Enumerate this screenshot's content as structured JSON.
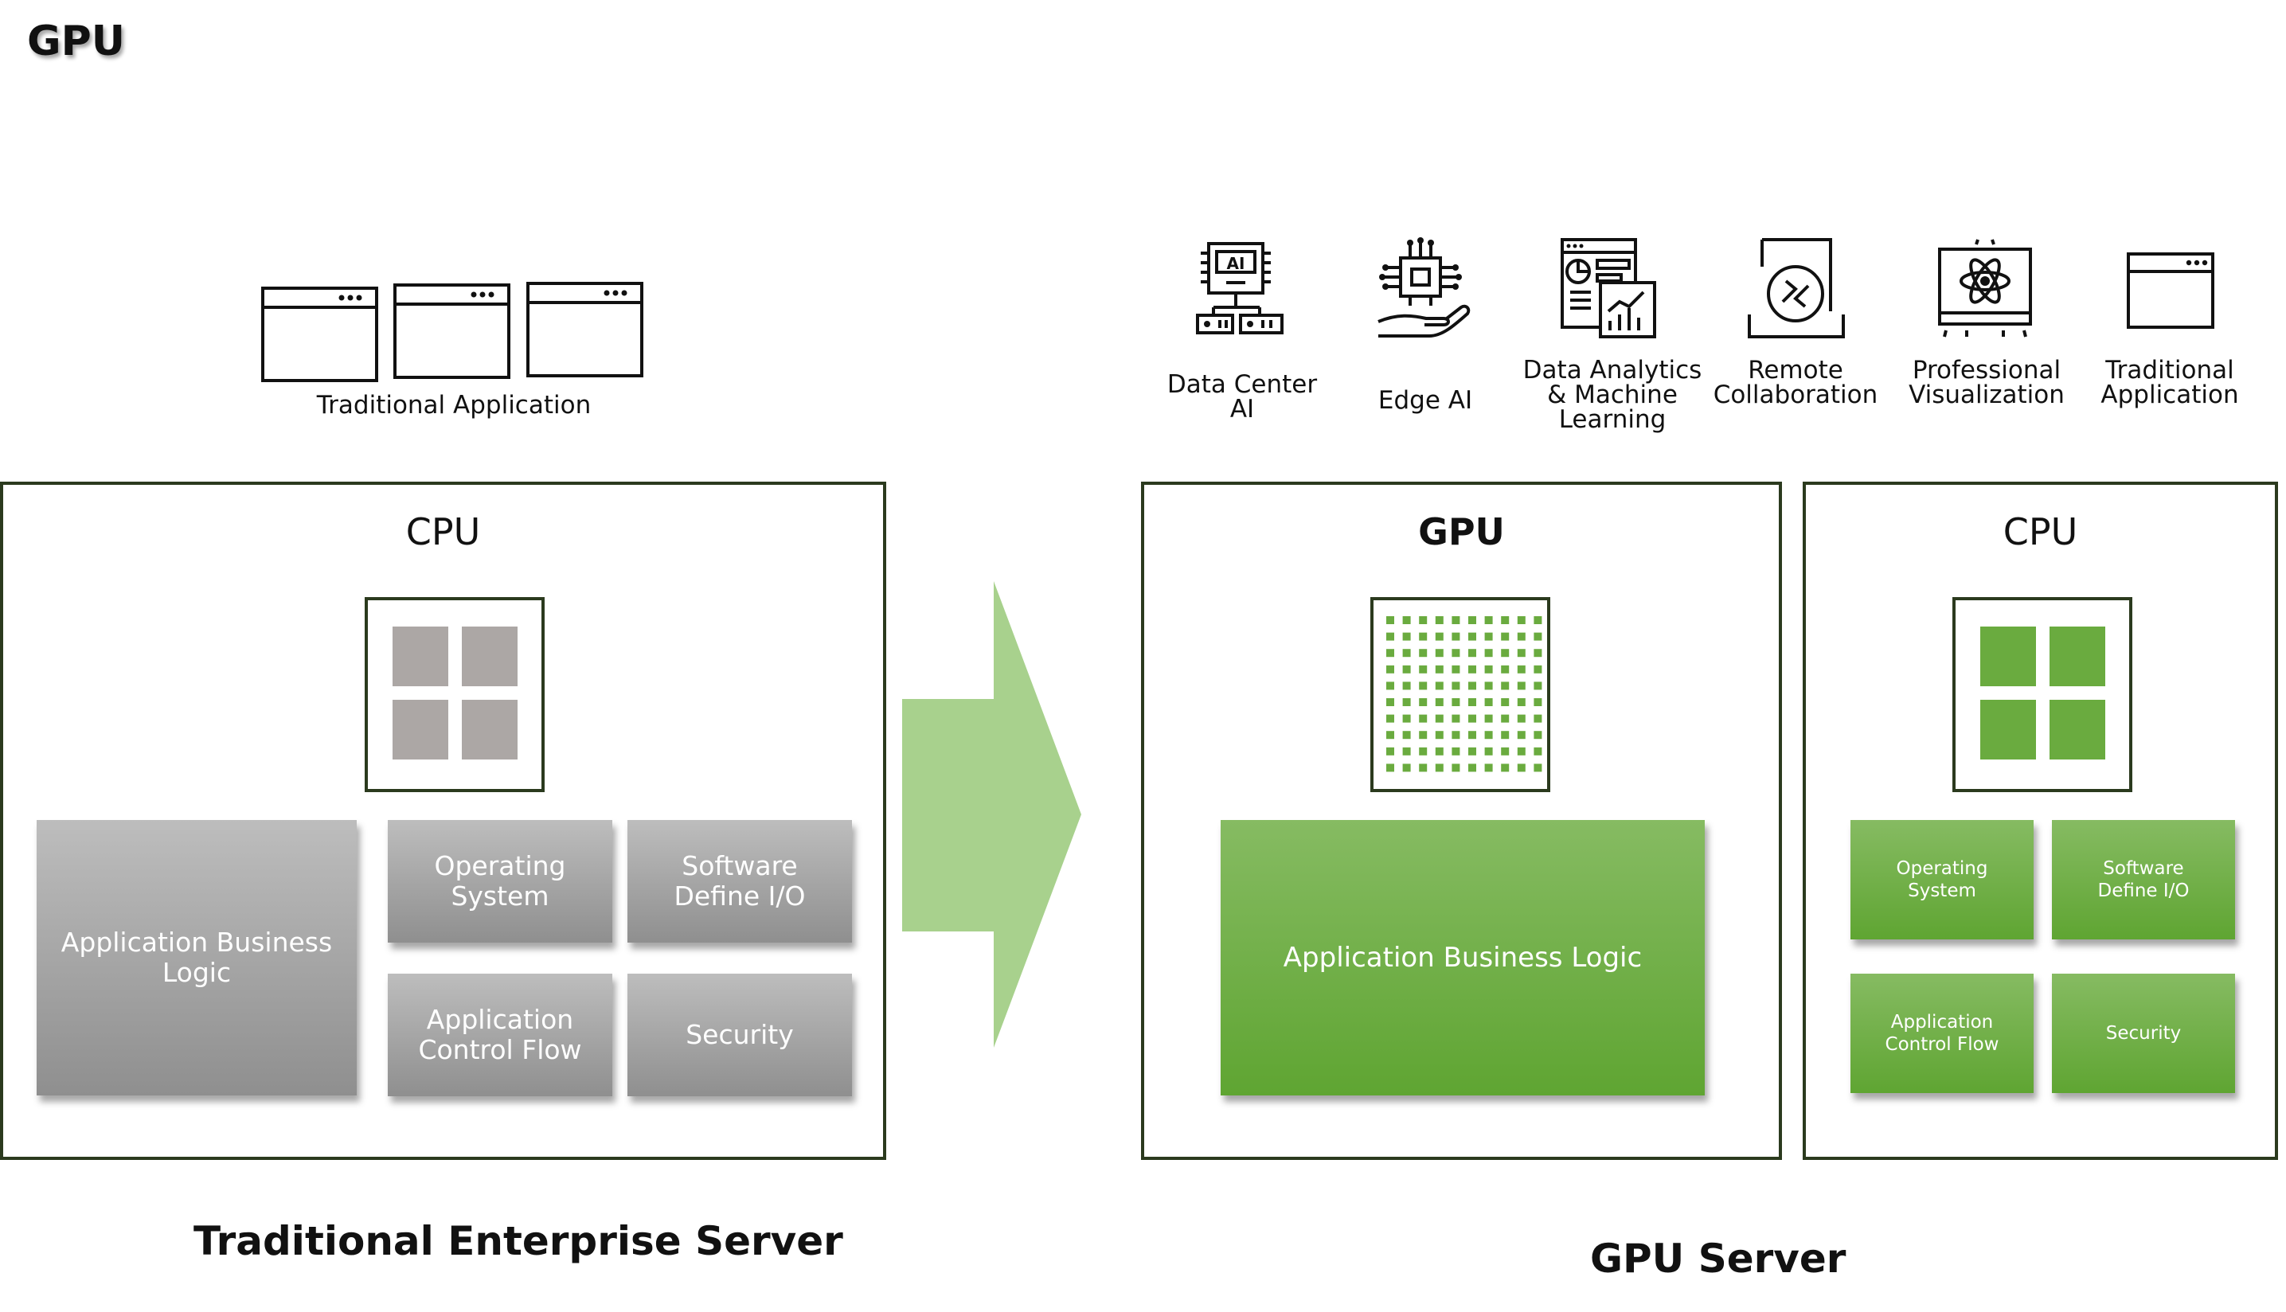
{
  "title": "GPU",
  "left": {
    "top_label": "Traditional Application",
    "cpu_title": "CPU",
    "boxes": {
      "app_logic": "Application Business\nLogic",
      "os": "Operating\nSystem",
      "sdio": "Software\nDefine I/O",
      "acf": "Application\nControl Flow",
      "security": "Security"
    },
    "caption": "Traditional Enterprise Server"
  },
  "right": {
    "icons": [
      {
        "icon": "ai-chip-server-icon",
        "label": "Data Center\nAI"
      },
      {
        "icon": "chip-hand-icon",
        "label": "Edge AI"
      },
      {
        "icon": "analytics-dashboard-icon",
        "label": "Data Analytics\n& Machine\nLearning"
      },
      {
        "icon": "remote-collaboration-icon",
        "label": "Remote\nCollaboration"
      },
      {
        "icon": "atom-monitor-icon",
        "label": "Professional\nVisualization"
      },
      {
        "icon": "application-window-icon",
        "label": "Traditional\nApplication"
      }
    ],
    "gpu_title": "GPU",
    "gpu_box": "Application Business Logic",
    "cpu_title": "CPU",
    "cpu_boxes": {
      "os": "Operating\nSystem",
      "sdio": "Software\nDefine I/O",
      "acf": "Application\nControl Flow",
      "security": "Security"
    },
    "caption": "GPU Server"
  },
  "colors": {
    "border": "#2b3a1e",
    "green": "#6aab3f",
    "light_green_arrow": "#a8d18d",
    "gray": "#a6a6a6",
    "gray_core": "#aca7a5"
  }
}
